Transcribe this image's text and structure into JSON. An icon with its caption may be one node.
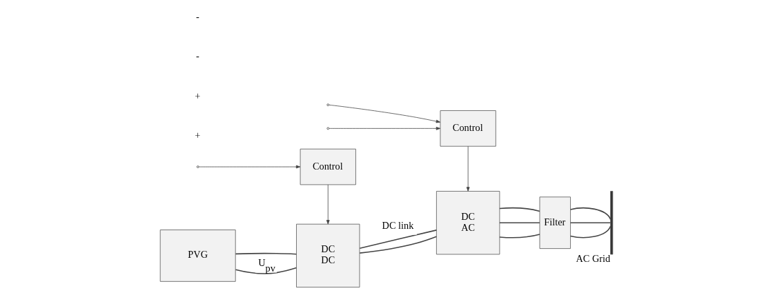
{
  "diagram": {
    "nodes": [
      {
        "text": [
          "PVG"
        ]
      },
      {
        "text": [
          "DC",
          "DC"
        ]
      },
      {
        "text": [
          "DC",
          "AC"
        ]
      },
      {
        "text": [
          "Filter"
        ]
      },
      {
        "text": [],
        "shape": "bar",
        "beside": [
          "AC Grid"
        ]
      },
      {
        "text": [
          "Control"
        ]
      },
      {
        "text": [
          "Control"
        ]
      }
    ],
    "edges": [
      {
        "from": 0,
        "to": 1,
        "arrow": "none",
        "label": "U$_{pv}$"
      },
      {
        "from": 0,
        "to": 1,
        "arrow": "none"
      },
      {
        "from": 1,
        "to": 2,
        "arrow": "none",
        "label": "DC link"
      },
      {
        "from": 1,
        "to": 2,
        "arrow": "none"
      },
      {
        "from": 2,
        "to": 3,
        "arrow": "none"
      },
      {
        "from": 2,
        "to": 3,
        "arrow": "none"
      },
      {
        "from": 2,
        "to": 3,
        "arrow": "none"
      },
      {
        "from": 3,
        "to": 4,
        "arrow": "none"
      },
      {
        "from": 3,
        "to": 4,
        "arrow": "none"
      },
      {
        "from": 3,
        "to": 4,
        "arrow": "none"
      },
      {
        "from": null,
        "to": 5,
        "arrow": "to"
      },
      {
        "from": 5,
        "to": 1,
        "arrow": "to"
      },
      {
        "from": null,
        "to": 6,
        "arrow": "to"
      },
      {
        "from": 6,
        "to": 2,
        "arrow": "to"
      },
      {
        "from": null,
        "to": 6,
        "arrow": "to"
      }
    ],
    "labels": [
      "+",
      "+",
      "-",
      "-"
    ]
  }
}
